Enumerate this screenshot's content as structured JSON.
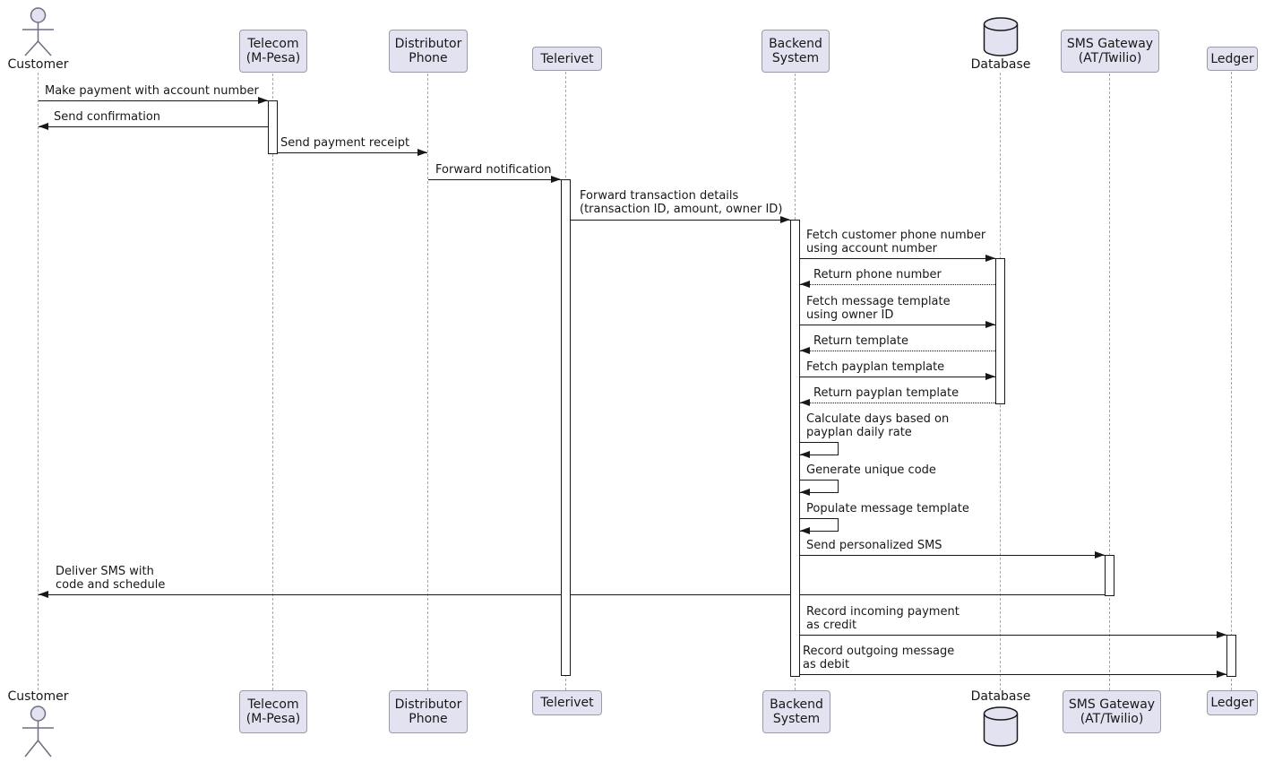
{
  "diagram": {
    "type": "uml-sequence-diagram",
    "colors": {
      "background": "#FFFFFF",
      "participant_fill": "#E2E2F0",
      "participant_border": "#9A9AAA",
      "lifeline": "#A6A6A6",
      "message_line": "#181818",
      "text": "#181818"
    },
    "participants": [
      {
        "name": "customer",
        "label": "Customer",
        "kind": "actor"
      },
      {
        "name": "telecom",
        "label": "Telecom\n(M-Pesa)",
        "kind": "box"
      },
      {
        "name": "distributor-phone",
        "label": "Distributor\nPhone",
        "kind": "box"
      },
      {
        "name": "telerivet",
        "label": "Telerivet",
        "kind": "box"
      },
      {
        "name": "backend-system",
        "label": "Backend\nSystem",
        "kind": "box"
      },
      {
        "name": "database",
        "label": "Database",
        "kind": "database"
      },
      {
        "name": "sms-gateway",
        "label": "SMS Gateway\n(AT/Twilio)",
        "kind": "box"
      },
      {
        "name": "ledger",
        "label": "Ledger",
        "kind": "box"
      }
    ],
    "messages": [
      {
        "from": "Customer",
        "to": "Telecom (M-Pesa)",
        "label": "Make payment with account number",
        "style": "solid"
      },
      {
        "from": "Telecom (M-Pesa)",
        "to": "Customer",
        "label": "Send confirmation",
        "style": "solid"
      },
      {
        "from": "Telecom (M-Pesa)",
        "to": "Distributor Phone",
        "label": "Send payment receipt",
        "style": "solid"
      },
      {
        "from": "Distributor Phone",
        "to": "Telerivet",
        "label": "Forward notification",
        "style": "solid"
      },
      {
        "from": "Telerivet",
        "to": "Backend System",
        "label": "Forward transaction details\n(transaction ID, amount, owner ID)",
        "style": "solid"
      },
      {
        "from": "Backend System",
        "to": "Database",
        "label": "Fetch customer phone number\nusing account number",
        "style": "solid"
      },
      {
        "from": "Database",
        "to": "Backend System",
        "label": "Return phone number",
        "style": "dashed"
      },
      {
        "from": "Backend System",
        "to": "Database",
        "label": "Fetch message template\nusing owner ID",
        "style": "solid"
      },
      {
        "from": "Database",
        "to": "Backend System",
        "label": "Return template",
        "style": "dashed"
      },
      {
        "from": "Backend System",
        "to": "Database",
        "label": "Fetch payplan template",
        "style": "solid"
      },
      {
        "from": "Database",
        "to": "Backend System",
        "label": "Return payplan template",
        "style": "dashed"
      },
      {
        "from": "Backend System",
        "to": "Backend System",
        "label": "Calculate days based on\npayplan daily rate",
        "style": "self"
      },
      {
        "from": "Backend System",
        "to": "Backend System",
        "label": "Generate unique code",
        "style": "self"
      },
      {
        "from": "Backend System",
        "to": "Backend System",
        "label": "Populate message template",
        "style": "self"
      },
      {
        "from": "Backend System",
        "to": "SMS Gateway (AT/Twilio)",
        "label": "Send personalized SMS",
        "style": "solid"
      },
      {
        "from": "SMS Gateway (AT/Twilio)",
        "to": "Customer",
        "label": "Deliver SMS with\ncode and schedule",
        "style": "solid"
      },
      {
        "from": "Backend System",
        "to": "Ledger",
        "label": "Record incoming payment\nas credit",
        "style": "solid"
      },
      {
        "from": "Backend System",
        "to": "Ledger",
        "label": "Record outgoing message\nas debit",
        "style": "solid"
      }
    ]
  }
}
